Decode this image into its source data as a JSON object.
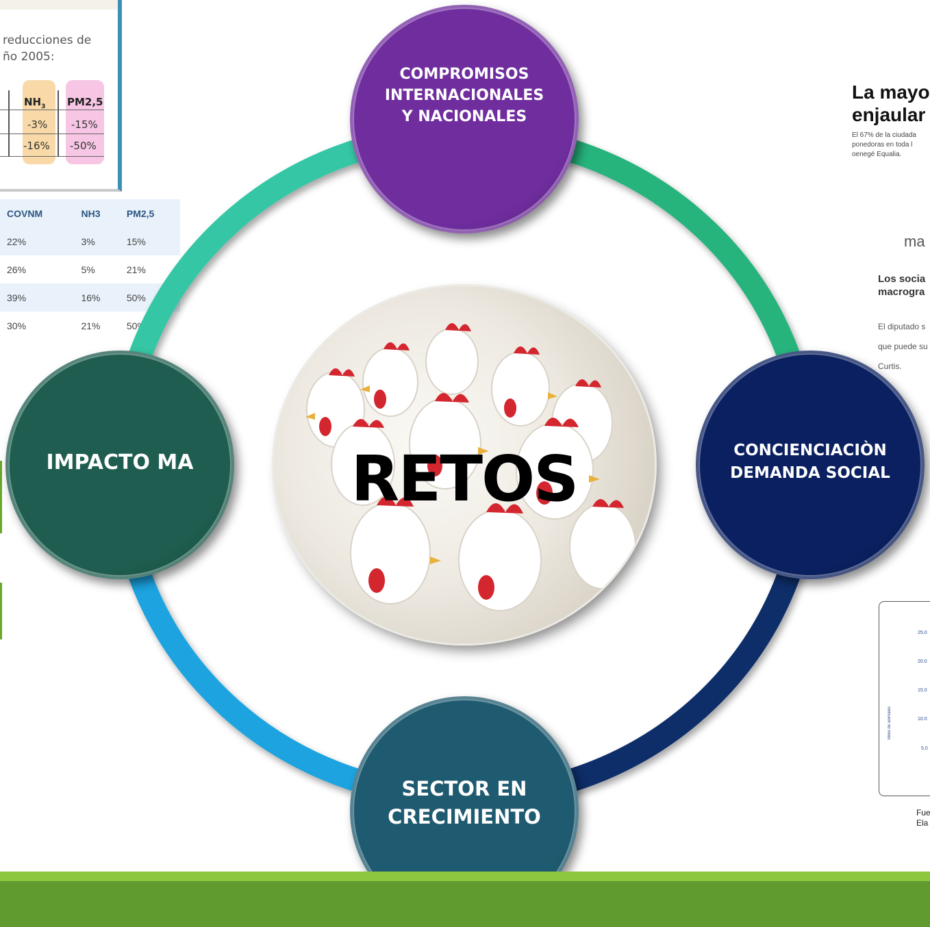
{
  "diagram": {
    "center_label": "RETOS",
    "nodes": [
      {
        "id": "top",
        "lines": [
          "COMPROMISOS",
          "INTERNACIONALES",
          "Y NACIONALES"
        ],
        "color": "#6f2d9e"
      },
      {
        "id": "right",
        "lines": [
          "CONCIENCIACIÒN",
          "DEMANDA SOCIAL"
        ],
        "color": "#0a2060"
      },
      {
        "id": "bottom",
        "lines": [
          "SECTOR EN",
          "CRECIMIENTO"
        ],
        "color": "#1f5b70"
      },
      {
        "id": "left",
        "lines": [
          "IMPACTO MA"
        ],
        "color": "#1e5d4f"
      }
    ],
    "ring_colors": [
      "#27b37b",
      "#0e2d69",
      "#1fa3e0",
      "#34c7a5"
    ]
  },
  "bg_doc_reductions": {
    "line1": "reducciones de",
    "line2": "ño 2005:",
    "headers": [
      "NH",
      "PM2,5"
    ],
    "rows": [
      [
        "-3%",
        "-15%"
      ],
      [
        "-16%",
        "-50%"
      ]
    ]
  },
  "bg_table": {
    "headers": [
      "COVNM",
      "NH3",
      "PM2,5"
    ],
    "rows": [
      [
        "22%",
        "3%",
        "15%"
      ],
      [
        "26%",
        "5%",
        "21%"
      ],
      [
        "39%",
        "16%",
        "50%"
      ],
      [
        "30%",
        "21%",
        "50%"
      ]
    ]
  },
  "bg_news": {
    "headline_1": "La mayo",
    "headline_2": "enjaular",
    "body_1": "El 67% de la ciudada",
    "body_2": "ponedoras en toda l",
    "body_3": "oenegé Equalia."
  },
  "bg_article": {
    "site": "ma",
    "title_1": "Los socia",
    "title_2": "macrogra",
    "p1": "El diputado s",
    "p2": "que puede su",
    "p3": "Curtis."
  },
  "bg_chart": {
    "ylabel": "Miles de animales",
    "ticks": [
      "25.0",
      "20.0",
      "15.0",
      "10.0",
      "5.0"
    ],
    "source_1": "Fue",
    "source_2": "Ela"
  }
}
